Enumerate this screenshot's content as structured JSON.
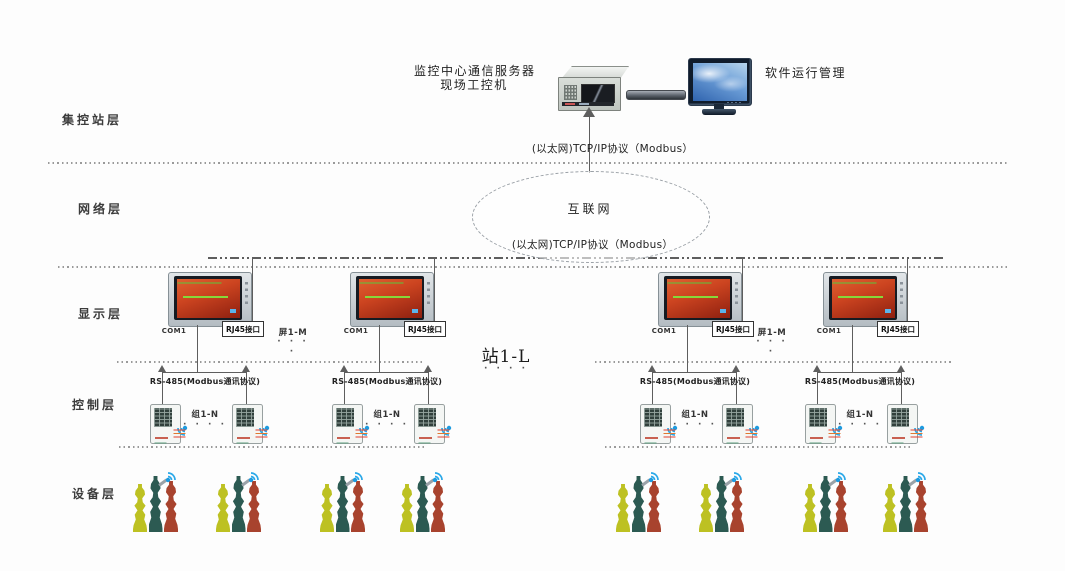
{
  "diagram": {
    "title_hint": "industrial monitoring system architecture",
    "layers": [
      {
        "id": "station",
        "label": "集控站层"
      },
      {
        "id": "network",
        "label": "网络层"
      },
      {
        "id": "display",
        "label": "显示层"
      },
      {
        "id": "control",
        "label": "控制层"
      },
      {
        "id": "device",
        "label": "设备层"
      }
    ],
    "top": {
      "server_caption_line1": "监控中心通信服务器",
      "server_caption_line2": "现场工控机",
      "monitor_caption": "软件运行管理",
      "ethernet_label": "(以太网)TCP/IP协议（Modbus）"
    },
    "network": {
      "cloud_label": "互联网",
      "ethernet_label": "(以太网)TCP/IP协议（Modbus）"
    },
    "display": {
      "com_port_label": "COM1",
      "rj45_label": "RJ45接口",
      "screen_range_label": "屏1-M",
      "screen_range_dots": "· · · ·",
      "station_range_label": "站1-L",
      "station_range_dots": "· · · ·"
    },
    "control": {
      "rs485_label": "RS-485(Modbus通讯协议)",
      "group_range_label": "组1-N",
      "group_range_dots": "· · · ·"
    },
    "icons": {
      "wifi": "wifi-signal-icon",
      "cloud": "internet-cloud-ellipse",
      "server": "industrial-pc-server",
      "monitor": "desktop-monitor",
      "panel": "hmi-touch-panel",
      "controller": "controller-unit",
      "devices": "field-device-cluster"
    },
    "colors": {
      "line": "#5e5e5e",
      "wifi_blue": "#1e9be0",
      "hmi_screen_red": "#cc4420",
      "monitor_screen_blue": "#6d9fd8",
      "device_yellow": "#bdc122",
      "device_teal": "#2c5a52",
      "device_red": "#a8432e"
    }
  }
}
